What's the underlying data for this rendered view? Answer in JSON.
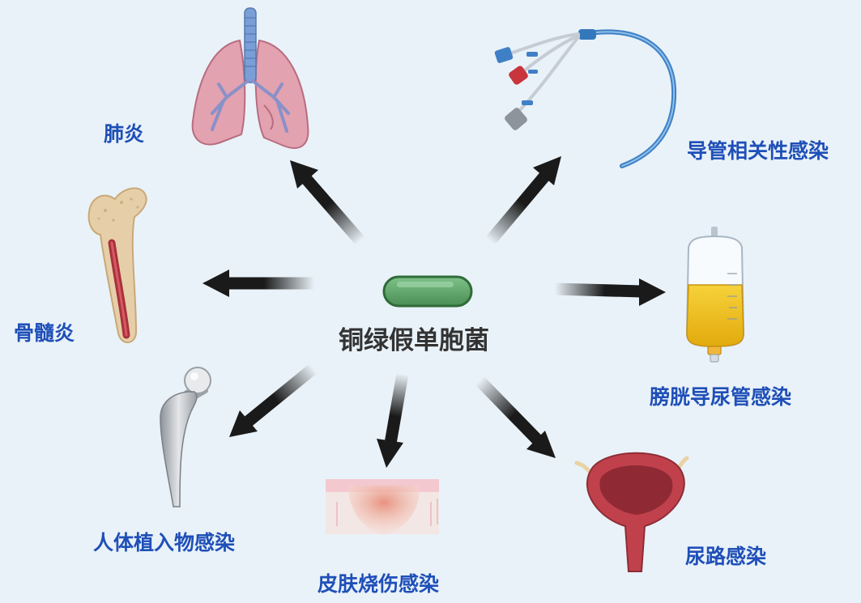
{
  "center": {
    "label": "铜绿假单胞菌",
    "icon": "bacterium-rod-icon"
  },
  "infections": [
    {
      "key": "pneumonia",
      "label": "肺炎",
      "icon": "lungs-icon"
    },
    {
      "key": "catheter",
      "label": "导管相关性感染",
      "icon": "catheter-icon"
    },
    {
      "key": "osteomyelitis",
      "label": "骨髓炎",
      "icon": "femur-bone-icon"
    },
    {
      "key": "urinary-catheter",
      "label": "膀胱导尿管感染",
      "icon": "urine-bag-icon"
    },
    {
      "key": "implant",
      "label": "人体植入物感染",
      "icon": "hip-implant-icon"
    },
    {
      "key": "burn",
      "label": "皮肤烧伤感染",
      "icon": "skin-burn-icon"
    },
    {
      "key": "uti",
      "label": "尿路感染",
      "icon": "bladder-icon"
    }
  ],
  "colors": {
    "background": "#e9f2f8",
    "label": "#1f4fb8",
    "center_label": "#333333",
    "arrow": "#1a1a1a",
    "bacterium": "#5fa86a"
  }
}
